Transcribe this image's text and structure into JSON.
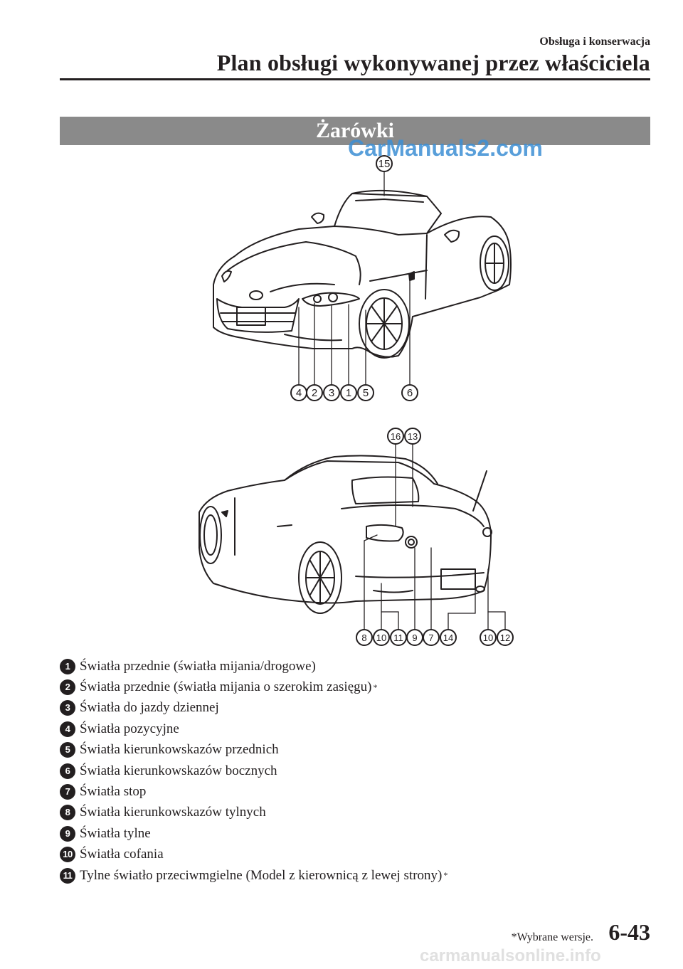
{
  "header": {
    "section": "Obsługa i konserwacja",
    "title": "Plan obsługi wykonywanej przez właściciela"
  },
  "band_title": "Żarówki",
  "watermark_top": "CarManuals2.com",
  "front_callouts": [
    "15",
    "4",
    "2",
    "3",
    "1",
    "5",
    "6"
  ],
  "rear_callouts": [
    "16",
    "13",
    "8",
    "10",
    "11",
    "9",
    "7",
    "14",
    "10",
    "12"
  ],
  "legend": [
    {
      "num": "1",
      "text": "Światła przednie (światła mijania/drogowe)",
      "asterisk": ""
    },
    {
      "num": "2",
      "text": "Światła przednie (światła mijania o szerokim zasięgu)",
      "asterisk": "*"
    },
    {
      "num": "3",
      "text": "Światła do jazdy dziennej",
      "asterisk": ""
    },
    {
      "num": "4",
      "text": "Światła pozycyjne",
      "asterisk": ""
    },
    {
      "num": "5",
      "text": "Światła kierunkowskazów przednich",
      "asterisk": ""
    },
    {
      "num": "6",
      "text": "Światła kierunkowskazów bocznych",
      "asterisk": ""
    },
    {
      "num": "7",
      "text": "Światła stop",
      "asterisk": ""
    },
    {
      "num": "8",
      "text": "Światła kierunkowskazów tylnych",
      "asterisk": ""
    },
    {
      "num": "9",
      "text": "Światła tylne",
      "asterisk": ""
    },
    {
      "num": "10",
      "text": "Światła cofania",
      "asterisk": ""
    },
    {
      "num": "11",
      "text": "Tylne światło przeciwmgielne (Model z kierownicą z lewej strony)",
      "asterisk": "*"
    }
  ],
  "footer": {
    "note": "*Wybrane wersje.",
    "page": "6-43"
  },
  "watermark_bottom": "carmanualsonline.info"
}
